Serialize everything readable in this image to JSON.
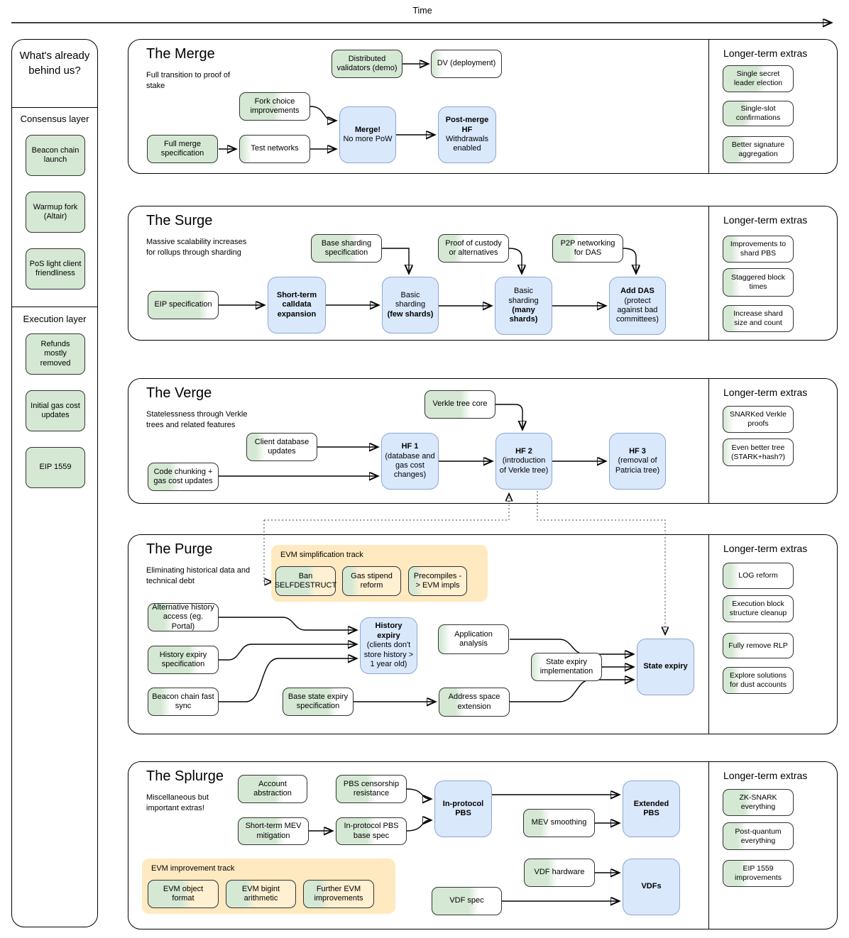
{
  "time_axis": {
    "label": "Time"
  },
  "extras_title": "Longer-term extras",
  "colors": {
    "green": "#d5e8d4",
    "blue": "#dae8fc",
    "blue_border": "#8ba7cd",
    "yellow": "#ffe9c0",
    "yellow_node": "#fff0d2",
    "line": "#000000",
    "dotted": "#666666"
  },
  "sidebar": {
    "title": "What's already behind us?",
    "groups": [
      {
        "label": "Consensus layer",
        "items": [
          "Beacon chain launch",
          "Warmup fork (Altair)",
          "PoS light client friendliness"
        ]
      },
      {
        "label": "Execution layer",
        "items": [
          "Refunds mostly removed",
          "Initial gas cost updates",
          "EIP 1559"
        ]
      }
    ]
  },
  "sections": [
    {
      "id": "merge",
      "title": "The Merge",
      "subtitle": "Full transition to proof of stake",
      "nodes": [
        {
          "id": "dv_demo",
          "type": "done",
          "label": "Distributed validators (demo)"
        },
        {
          "id": "dv_deploy",
          "type": "progress",
          "progress": 0.1,
          "label": "DV (deployment)"
        },
        {
          "id": "fork_choice",
          "type": "progress",
          "progress": 0.55,
          "label": "Fork choice improvements"
        },
        {
          "id": "full_merge_spec",
          "type": "done",
          "label": "Full merge specification"
        },
        {
          "id": "test_networks",
          "type": "progress",
          "progress": 0.1,
          "label": "Test networks"
        },
        {
          "id": "merge_box",
          "type": "milestone",
          "title": "Merge!",
          "sub": "No more PoW"
        },
        {
          "id": "postmerge_hf",
          "type": "milestone",
          "title": "Post-merge HF",
          "sub": "Withdrawals enabled"
        }
      ],
      "extras": [
        {
          "label": "Single secret leader election",
          "progress": 0.55
        },
        {
          "label": "Single-slot confirmations",
          "progress": 0.35
        },
        {
          "label": "Better signature aggregation",
          "progress": 0.27
        }
      ]
    },
    {
      "id": "surge",
      "title": "The Surge",
      "subtitle": "Massive scalability increases for rollups through sharding",
      "nodes": [
        {
          "id": "eip_spec",
          "type": "progress",
          "progress": 0.8,
          "label": "EIP specification"
        },
        {
          "id": "base_sharding_spec",
          "type": "progress",
          "progress": 0.6,
          "label": "Base sharding specification"
        },
        {
          "id": "calldata",
          "type": "milestone",
          "title": "Short-term calldata expansion"
        },
        {
          "id": "few_shards",
          "type": "milestone",
          "pre": "Basic sharding",
          "title": "(few shards)"
        },
        {
          "id": "proof_custody",
          "type": "progress",
          "progress": 0.3,
          "label": "Proof of custody or alternatives"
        },
        {
          "id": "many_shards",
          "type": "milestone",
          "pre": "Basic sharding",
          "title": "(many shards)"
        },
        {
          "id": "p2p_das",
          "type": "progress",
          "progress": 0.3,
          "label": "P2P networking for DAS"
        },
        {
          "id": "add_das",
          "type": "milestone",
          "title": "Add DAS",
          "sub": "(protect against bad committees)"
        }
      ],
      "extras": [
        {
          "label": "Improvements to shard PBS",
          "progress": 0.18
        },
        {
          "label": "Staggered block times",
          "progress": 0.18
        },
        {
          "label": "Increase shard size and count",
          "progress": 0.18
        }
      ]
    },
    {
      "id": "verge",
      "title": "The Verge",
      "subtitle": "Statelessness through Verkle trees and related features",
      "nodes": [
        {
          "id": "verkle_core",
          "type": "progress",
          "progress": 0.58,
          "label": "Verkle tree core"
        },
        {
          "id": "client_db",
          "type": "progress",
          "progress": 0.2,
          "label": "Client database updates"
        },
        {
          "id": "code_chunking",
          "type": "progress",
          "progress": 0.38,
          "label": "Code chunking + gas cost updates"
        },
        {
          "id": "hf1",
          "type": "milestone",
          "title": "HF 1",
          "sub": "(database and gas cost changes)"
        },
        {
          "id": "hf2",
          "type": "milestone",
          "title": "HF 2",
          "sub": "(introduction of Verkle tree)"
        },
        {
          "id": "hf3",
          "type": "milestone",
          "title": "HF 3",
          "sub": "(removal of Patricia tree)"
        }
      ],
      "extras": [
        {
          "label": "SNARKed Verkle proofs",
          "progress": 0.08
        },
        {
          "label": "Even better tree (STARK+hash?)",
          "progress": 0.06
        }
      ]
    },
    {
      "id": "purge",
      "title": "The Purge",
      "subtitle": "Eliminating historical data and technical debt",
      "nodes": [
        {
          "id": "evm_simp_track",
          "type": "track",
          "label": "EVM simplification track"
        },
        {
          "id": "ban_selfdestruct",
          "type": "progress",
          "progress": 0.6,
          "base": "yellow",
          "label": "Ban SELFDESTRUCT"
        },
        {
          "id": "gas_stipend",
          "type": "progress",
          "progress": 0.22,
          "base": "yellow",
          "label": "Gas stipend reform"
        },
        {
          "id": "precompiles",
          "type": "progress",
          "progress": 0.18,
          "base": "yellow",
          "label": "Precompiles -> EVM impls"
        },
        {
          "id": "alt_history",
          "type": "progress",
          "progress": 0.3,
          "label": "Alternative history access (eg. Portal)"
        },
        {
          "id": "history_expiry_spec",
          "type": "progress",
          "progress": 0.65,
          "label": "History expiry specification"
        },
        {
          "id": "beacon_fast_sync",
          "type": "progress",
          "progress": 0.25,
          "label": "Beacon chain fast sync"
        },
        {
          "id": "history_expiry",
          "type": "milestone",
          "title": "History expiry",
          "sub": "(clients don't store history > 1 year old)"
        },
        {
          "id": "base_state_expiry",
          "type": "progress",
          "progress": 0.7,
          "label": "Base state expiry specification"
        },
        {
          "id": "app_analysis",
          "type": "progress",
          "progress": 0.1,
          "label": "Application analysis"
        },
        {
          "id": "state_expiry_impl",
          "type": "progress",
          "progress": 0.08,
          "label": "State expiry implementation"
        },
        {
          "id": "addr_space",
          "type": "progress",
          "progress": 0.3,
          "label": "Address space extension"
        },
        {
          "id": "state_expiry",
          "type": "milestone",
          "title": "State expiry"
        }
      ],
      "extras": [
        {
          "label": "LOG reform",
          "progress": 0.17
        },
        {
          "label": "Execution block structure cleanup",
          "progress": 0.13
        },
        {
          "label": "Fully remove RLP",
          "progress": 0.19
        },
        {
          "label": "Explore solutions for dust accounts",
          "progress": 0.19
        }
      ]
    },
    {
      "id": "splurge",
      "title": "The Splurge",
      "subtitle": "Miscellaneous but important extras!",
      "nodes": [
        {
          "id": "account_abstraction",
          "type": "progress",
          "progress": 0.6,
          "label": "Account abstraction"
        },
        {
          "id": "pbs_censorship",
          "type": "progress",
          "progress": 0.5,
          "label": "PBS censorship resistance"
        },
        {
          "id": "stmev",
          "type": "progress",
          "progress": 0.6,
          "label": "Short-term MEV mitigation"
        },
        {
          "id": "inprotocol_base",
          "type": "progress",
          "progress": 0.5,
          "label": "In-protocol PBS base spec"
        },
        {
          "id": "inprotocol_pbs",
          "type": "milestone",
          "title": "In-protocol PBS"
        },
        {
          "id": "mev_smoothing",
          "type": "progress",
          "progress": 0.3,
          "label": "MEV smoothing"
        },
        {
          "id": "extended_pbs",
          "type": "milestone",
          "title": "Extended PBS"
        },
        {
          "id": "evm_imp_track",
          "type": "track",
          "label": "EVM improvement track"
        },
        {
          "id": "evm_object",
          "type": "progress",
          "progress": 0.55,
          "base": "yellow",
          "label": "EVM object format"
        },
        {
          "id": "evm_bigint",
          "type": "progress",
          "progress": 0.35,
          "base": "yellow",
          "label": "EVM bigint arithmetic"
        },
        {
          "id": "further_evm",
          "type": "progress",
          "progress": 0.3,
          "base": "yellow",
          "label": "Further EVM improvements"
        },
        {
          "id": "vdf_hardware",
          "type": "progress",
          "progress": 0.4,
          "label": "VDF hardware"
        },
        {
          "id": "vdf_spec",
          "type": "progress",
          "progress": 0.6,
          "label": "VDF spec"
        },
        {
          "id": "vdfs",
          "type": "milestone",
          "title": "VDFs"
        }
      ],
      "extras": [
        {
          "label": "ZK-SNARK everything",
          "progress": 0.37
        },
        {
          "label": "Post-quantum everything",
          "progress": 0.27
        },
        {
          "label": "EIP 1559 improvements",
          "progress": 0.3
        }
      ]
    }
  ]
}
